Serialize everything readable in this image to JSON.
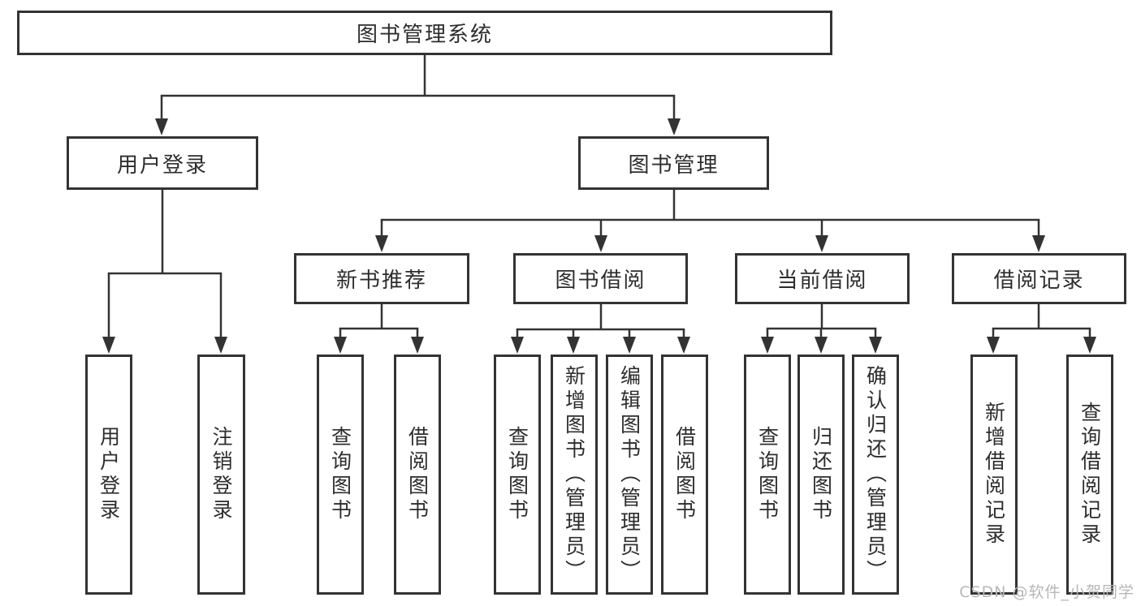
{
  "diagram": {
    "title": "图书管理系统",
    "tree": {
      "label": "图书管理系统",
      "children": [
        {
          "label": "用户登录",
          "children": [
            {
              "label": "用户登录"
            },
            {
              "label": "注销登录"
            }
          ]
        },
        {
          "label": "图书管理",
          "children": [
            {
              "label": "新书推荐",
              "children": [
                {
                  "label": "查询图书"
                },
                {
                  "label": "借阅图书"
                }
              ]
            },
            {
              "label": "图书借阅",
              "children": [
                {
                  "label": "查询图书"
                },
                {
                  "label": "新增图书（管理员）"
                },
                {
                  "label": "编辑图书（管理员）"
                },
                {
                  "label": "借阅图书"
                }
              ]
            },
            {
              "label": "当前借阅",
              "children": [
                {
                  "label": "查询图书"
                },
                {
                  "label": "归还图书"
                },
                {
                  "label": "确认归还（管理员）"
                }
              ]
            },
            {
              "label": "借阅记录",
              "children": [
                {
                  "label": "新增借阅记录"
                },
                {
                  "label": "查询借阅记录"
                }
              ]
            }
          ]
        }
      ]
    }
  },
  "watermark": {
    "text": "CSDN @软件_小贺同学"
  },
  "colors": {
    "line": "#333333",
    "box_border": "#333333",
    "text": "#2d2d2d",
    "background": "#ffffff",
    "watermark": "#b7b7b7"
  }
}
